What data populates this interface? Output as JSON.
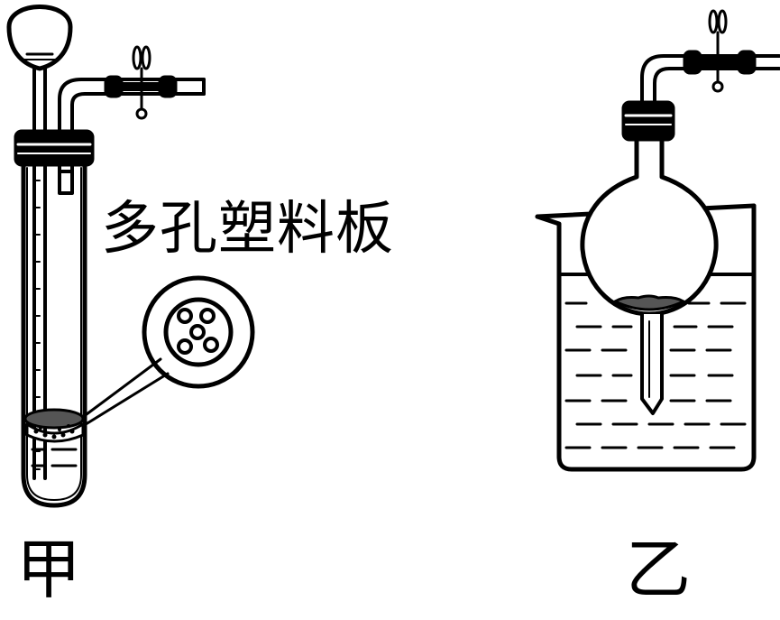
{
  "labels": {
    "porous_plate": "多孔塑料板",
    "apparatus_a": "甲",
    "apparatus_b": "乙"
  },
  "colors": {
    "ink": "#000000",
    "paper": "#ffffff",
    "solid_fill": "#555555"
  }
}
